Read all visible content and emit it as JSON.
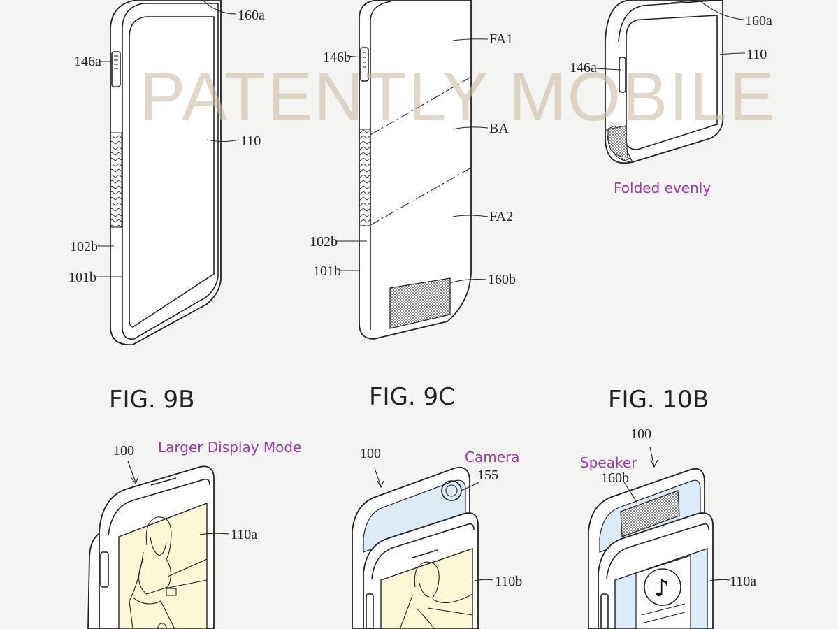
{
  "watermark": "PATENTLY MOBILE",
  "figures": {
    "fig_9b": "FIG. 9B",
    "fig_9c": "FIG. 9C",
    "fig_10b": "FIG. 10B"
  },
  "top_left": {
    "r160a": "160a",
    "r146a": "146a",
    "r110": "110",
    "r102b": "102b",
    "r101b": "101b"
  },
  "top_middle": {
    "r146b": "146b",
    "fa1": "FA1",
    "ba": "BA",
    "fa2": "FA2",
    "r102b": "102b",
    "r101b": "101b",
    "r160b": "160b"
  },
  "top_right": {
    "r160a": "160a",
    "r110": "110",
    "r146a": "146a",
    "caption": "Folded evenly"
  },
  "bottom_left": {
    "r100": "100",
    "caption": "Larger Display Mode",
    "r110a": "110a"
  },
  "bottom_middle": {
    "r100": "100",
    "caption": "Camera",
    "r155": "155",
    "r110b": "110b"
  },
  "bottom_right": {
    "r100": "100",
    "caption": "Speaker",
    "r160b": "160b",
    "r110a": "110a",
    "note_glyph": "♪"
  },
  "colors": {
    "screen_yellow": "#fbf8d6",
    "screen_blue": "#dcebf5",
    "caption_purple": "#9b3aa8"
  }
}
